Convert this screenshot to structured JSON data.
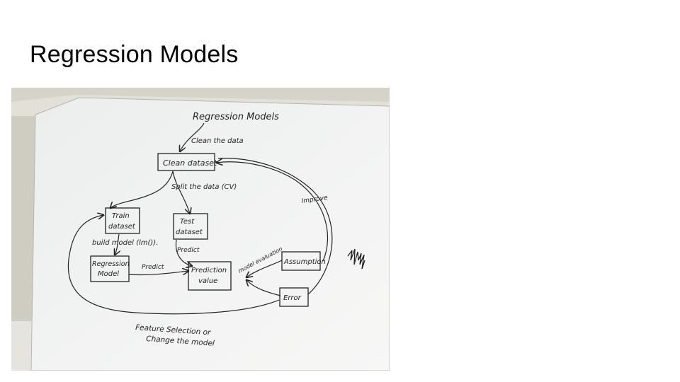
{
  "slide": {
    "title": "Regression Models"
  },
  "photo": {
    "heading": "Regression Models",
    "nodes": {
      "clean_dataset": "Clean dataset",
      "train_dataset": [
        "Train",
        "dataset"
      ],
      "test_dataset": [
        "Test",
        "dataset"
      ],
      "regression_model": [
        "Regression",
        "Model"
      ],
      "prediction_value": [
        "Prediction",
        "value"
      ],
      "assumption": "Assumption",
      "error": "Error"
    },
    "edge_labels": {
      "clean_the_data": "Clean the data",
      "split_the_data": "Split the data (CV)",
      "build_model": "build model (lm()).",
      "predict_1": "Predict",
      "predict_2": "Predict",
      "model_evaluation": "model evaluation",
      "improve": "Improve",
      "feature_selection": "Feature Selection or",
      "change_the_model": "Change the model"
    }
  }
}
